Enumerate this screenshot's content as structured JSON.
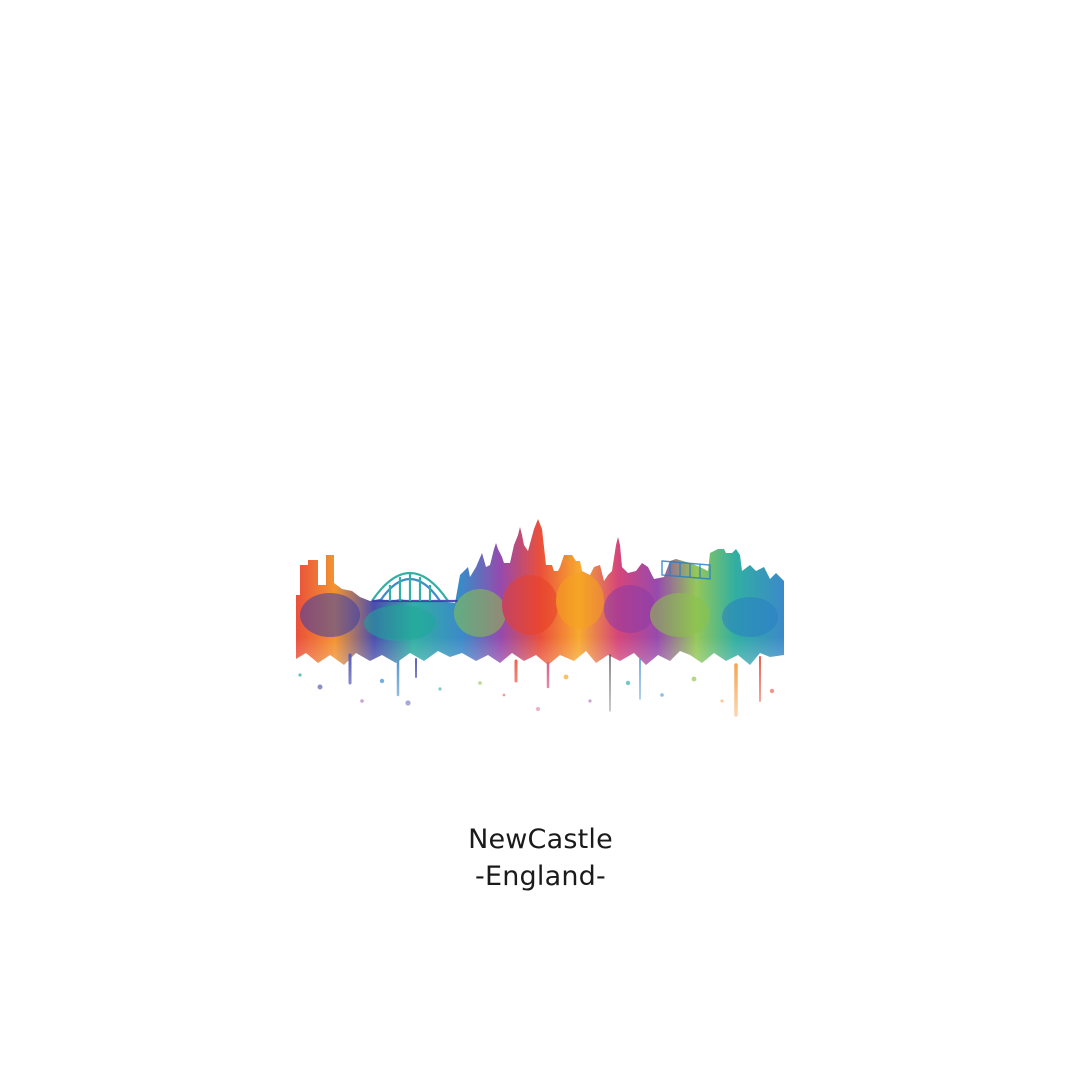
{
  "poster": {
    "city": "NewCastle",
    "country": "-England-",
    "artwork": {
      "subject": "watercolor-skyline",
      "palette": [
        "#e8402a",
        "#f28a1e",
        "#f6c53a",
        "#8bc34a",
        "#1fa89a",
        "#2a7fc4",
        "#3b3fa8",
        "#8e3aa6",
        "#d1356f"
      ]
    }
  }
}
